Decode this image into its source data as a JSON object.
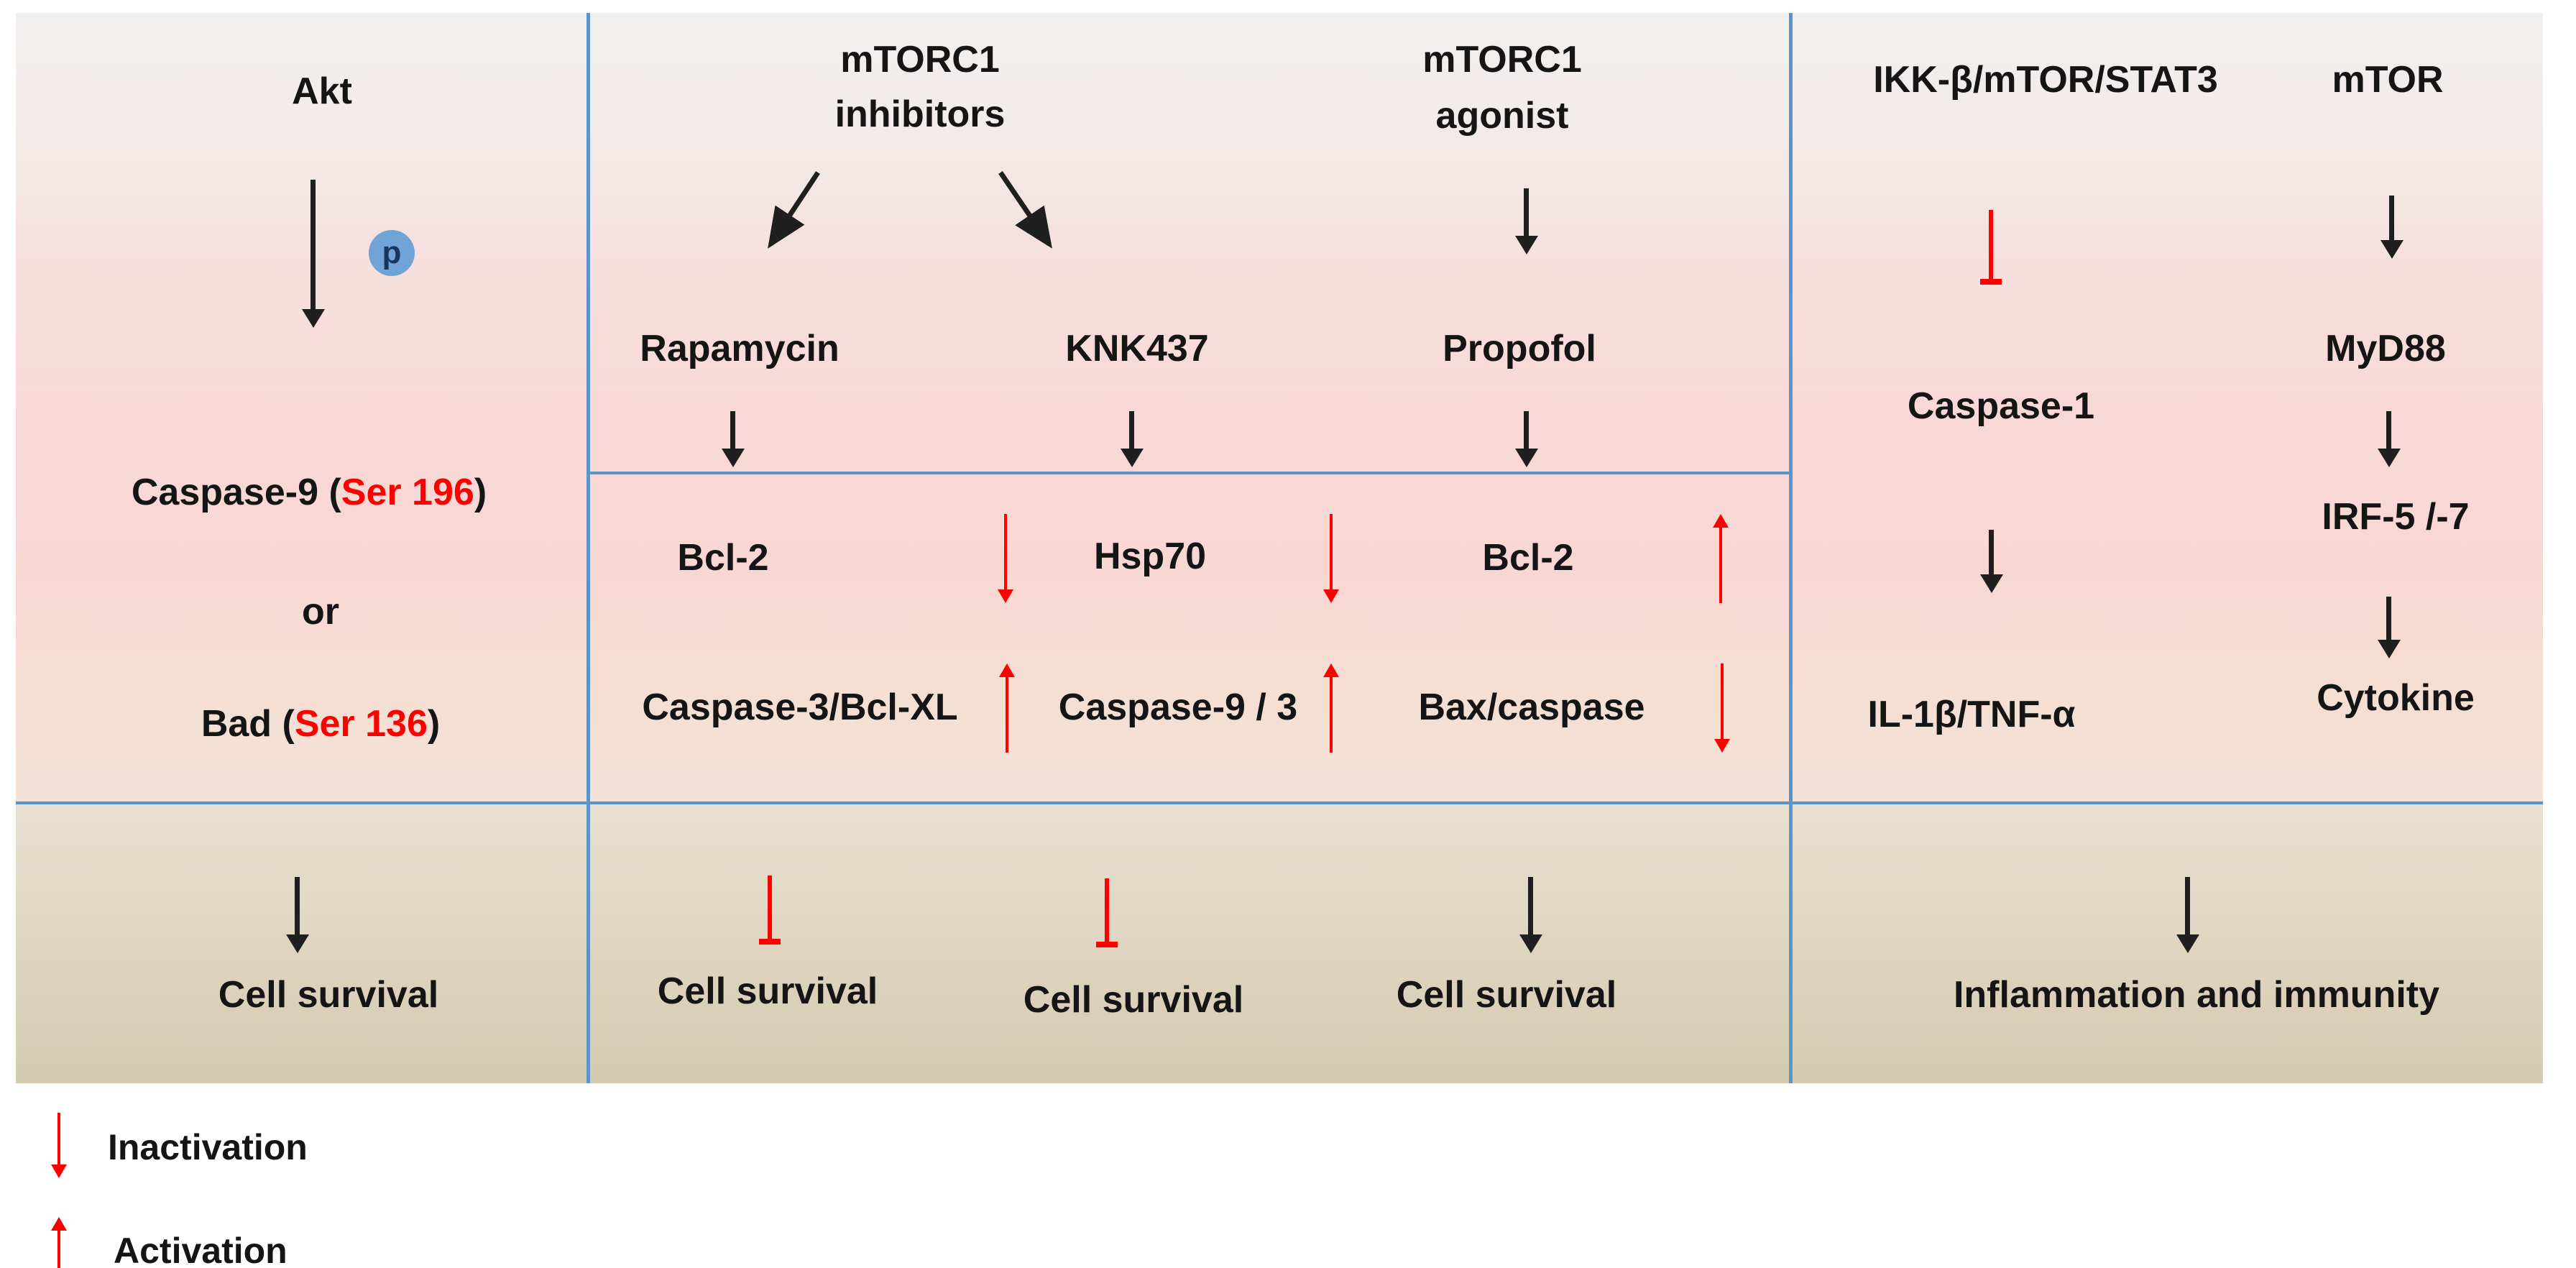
{
  "colors": {
    "line_blue": "#5b94c8",
    "arrow_red": "#ff0000",
    "arrow_black": "#1f1f1f",
    "phospho_fill": "#71a3d7",
    "site_red": "#ff0000"
  },
  "icons": {
    "down_arrow": "↓",
    "up_arrow": "↑",
    "inhibition_bar": "⊥"
  },
  "akt_pathway": {
    "title": "Akt",
    "phospho": "p",
    "caspase9_pre": "Caspase-9 (",
    "caspase9_site": "Ser 196",
    "caspase9_post": ")",
    "or_label": "or",
    "bad_pre": "Bad (",
    "bad_site": "Ser 136",
    "bad_post": ")",
    "outcome": "Cell survival"
  },
  "mtorc1_inhibitors": {
    "title_line1": "mTORC1",
    "title_line2": "inhibitors",
    "rapamycin": {
      "drug": "Rapamycin",
      "target": "Bcl-2",
      "effectors": "Caspase-3/Bcl-XL",
      "outcome": "Cell survival"
    },
    "knk437": {
      "drug": "KNK437",
      "target": "Hsp70",
      "effectors": "Caspase-9 / 3",
      "outcome": "Cell survival"
    }
  },
  "mtorc1_agonist": {
    "title_line1": "mTORC1",
    "title_line2": "agonist",
    "drug": "Propofol",
    "target": "Bcl-2",
    "effectors": "Bax/caspase",
    "outcome": "Cell survival"
  },
  "ikk_pathway": {
    "title": "IKK-β/mTOR/STAT3",
    "caspase1": "Caspase-1",
    "cytokines": "IL-1β/TNF-α"
  },
  "mtor_pathway": {
    "title": "mTOR",
    "myd88": "MyD88",
    "irf": "IRF-5 /-7",
    "cytokine": "Cytokine"
  },
  "shared_outcome": "Inflammation and immunity",
  "legend": {
    "inactivation": "Inactivation",
    "activation": "Activation"
  }
}
